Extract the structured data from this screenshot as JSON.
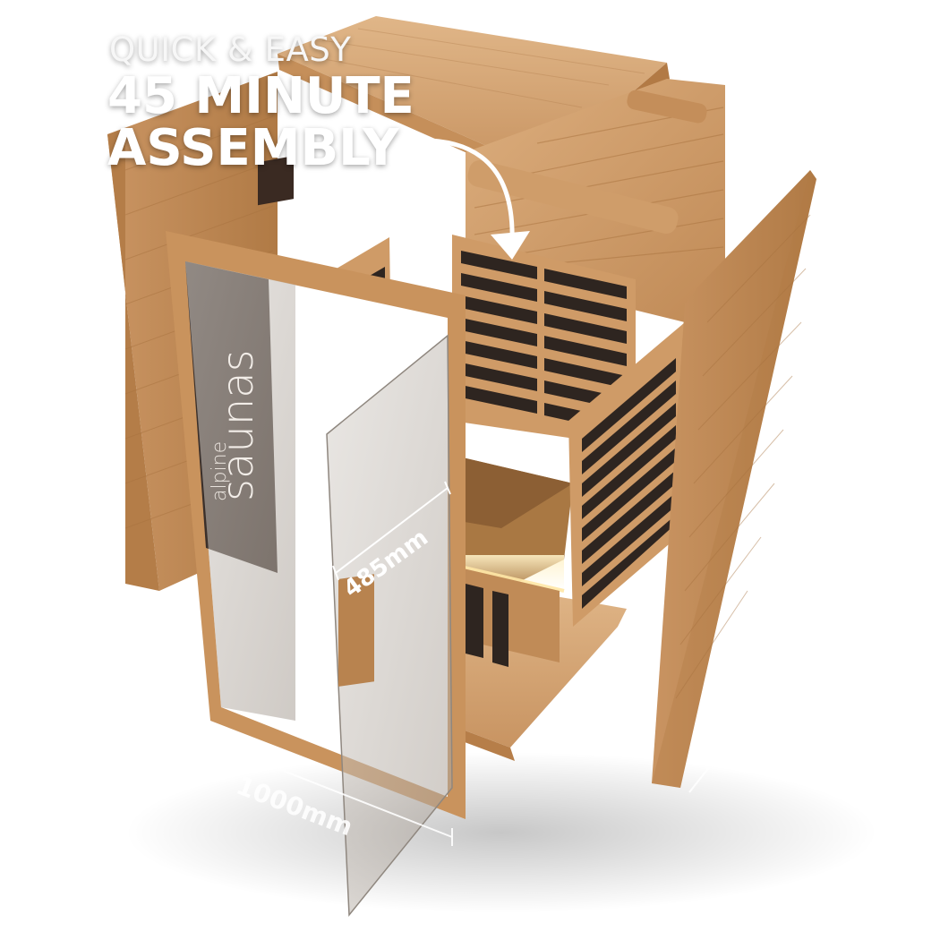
{
  "promo": {
    "subtitle": "QUICK & EASY",
    "headline_line1": "45 MINUTE",
    "headline_line2": "ASSEMBLY",
    "icon": "stopwatch-icon"
  },
  "brand": {
    "prefix": "alpine",
    "name": "saunas"
  },
  "dimensions": {
    "bench_width": "485mm",
    "front_width": "1000mm"
  },
  "colors": {
    "wood_light": "#d7a877",
    "wood_mid": "#c69362",
    "wood_dark": "#a8733f",
    "heater_panel": "#2e2520",
    "glass": "#c9c2ba",
    "overlay_text": "#ffffff"
  }
}
